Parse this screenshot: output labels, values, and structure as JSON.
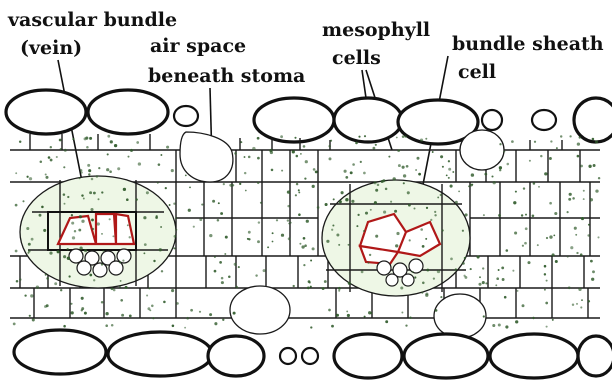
{
  "labels": {
    "vascular_bundle": "vascular bundle",
    "vein": "(vein)",
    "air_space": "air space",
    "beneath_stoma": "beneath stoma",
    "mesophyll": "mesophyll",
    "cells": "cells",
    "bundle_sheath": "bundle sheath",
    "cell": "cell"
  },
  "colors": {
    "chloroplast_green": "#2f7a2a",
    "vein_wall_red": "#b01818",
    "outline": "#111111",
    "background": "#ffffff"
  }
}
